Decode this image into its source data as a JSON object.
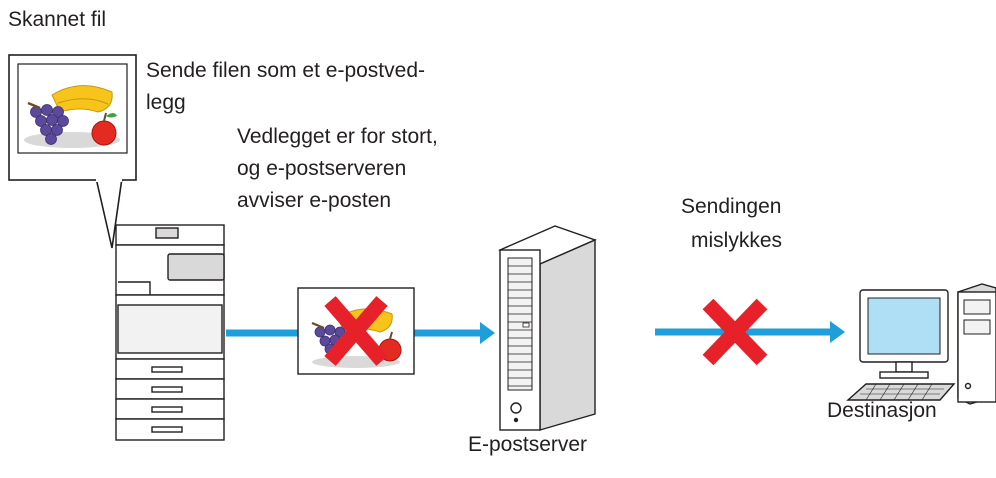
{
  "labels": {
    "scanned_file": "Skannet fil",
    "send_line1": "Sende filen som et e-postved-",
    "send_line2": "legg",
    "reject_line1": "Vedlegget er for stort,",
    "reject_line2": "og e-postserveren",
    "reject_line3": "avviser e-posten",
    "fail_line1": "Sendingen",
    "fail_line2": "mislykkes",
    "server": "E-postserver",
    "destination": "Destinasjon"
  },
  "colors": {
    "arrow": "#1e9fdb",
    "cross": "#e6212a",
    "outline": "#231f20",
    "screen": "#aedff5",
    "device_body": "#ffffff",
    "device_shade": "#d9d9d9"
  },
  "icons": [
    "scanned-file-thumbnail",
    "mfp-printer-icon",
    "attachment-thumbnail",
    "mail-server-icon",
    "desktop-computer-icon",
    "failure-cross-icon"
  ]
}
